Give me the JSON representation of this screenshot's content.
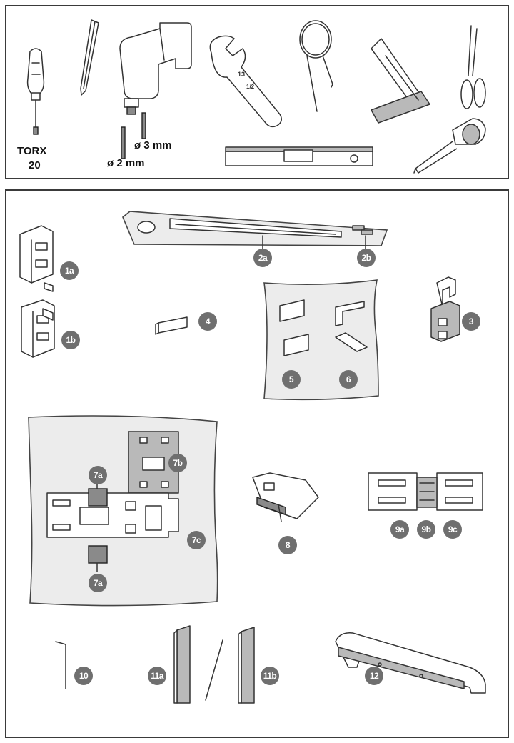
{
  "tools": {
    "torx_label_line1": "TORX",
    "torx_label_line2": "20",
    "drill_bit_3": "ø 3 mm",
    "drill_bit_2": "ø 2 mm",
    "wrench_size_a": "13",
    "wrench_size_b": "1/2"
  },
  "parts": {
    "p1a": "1a",
    "p1b": "1b",
    "p2a": "2a",
    "p2b": "2b",
    "p3": "3",
    "p4": "4",
    "p5": "5",
    "p6": "6",
    "p7a_top": "7a",
    "p7a_bottom": "7a",
    "p7b": "7b",
    "p7c": "7c",
    "p8": "8",
    "p9a": "9a",
    "p9b": "9b",
    "p9c": "9c",
    "p10": "10",
    "p11a": "11a",
    "p11b": "11b",
    "p12": "12"
  },
  "colors": {
    "badge": "#6f6f6f",
    "bag": "#ececec",
    "border": "#3a3a3a"
  }
}
